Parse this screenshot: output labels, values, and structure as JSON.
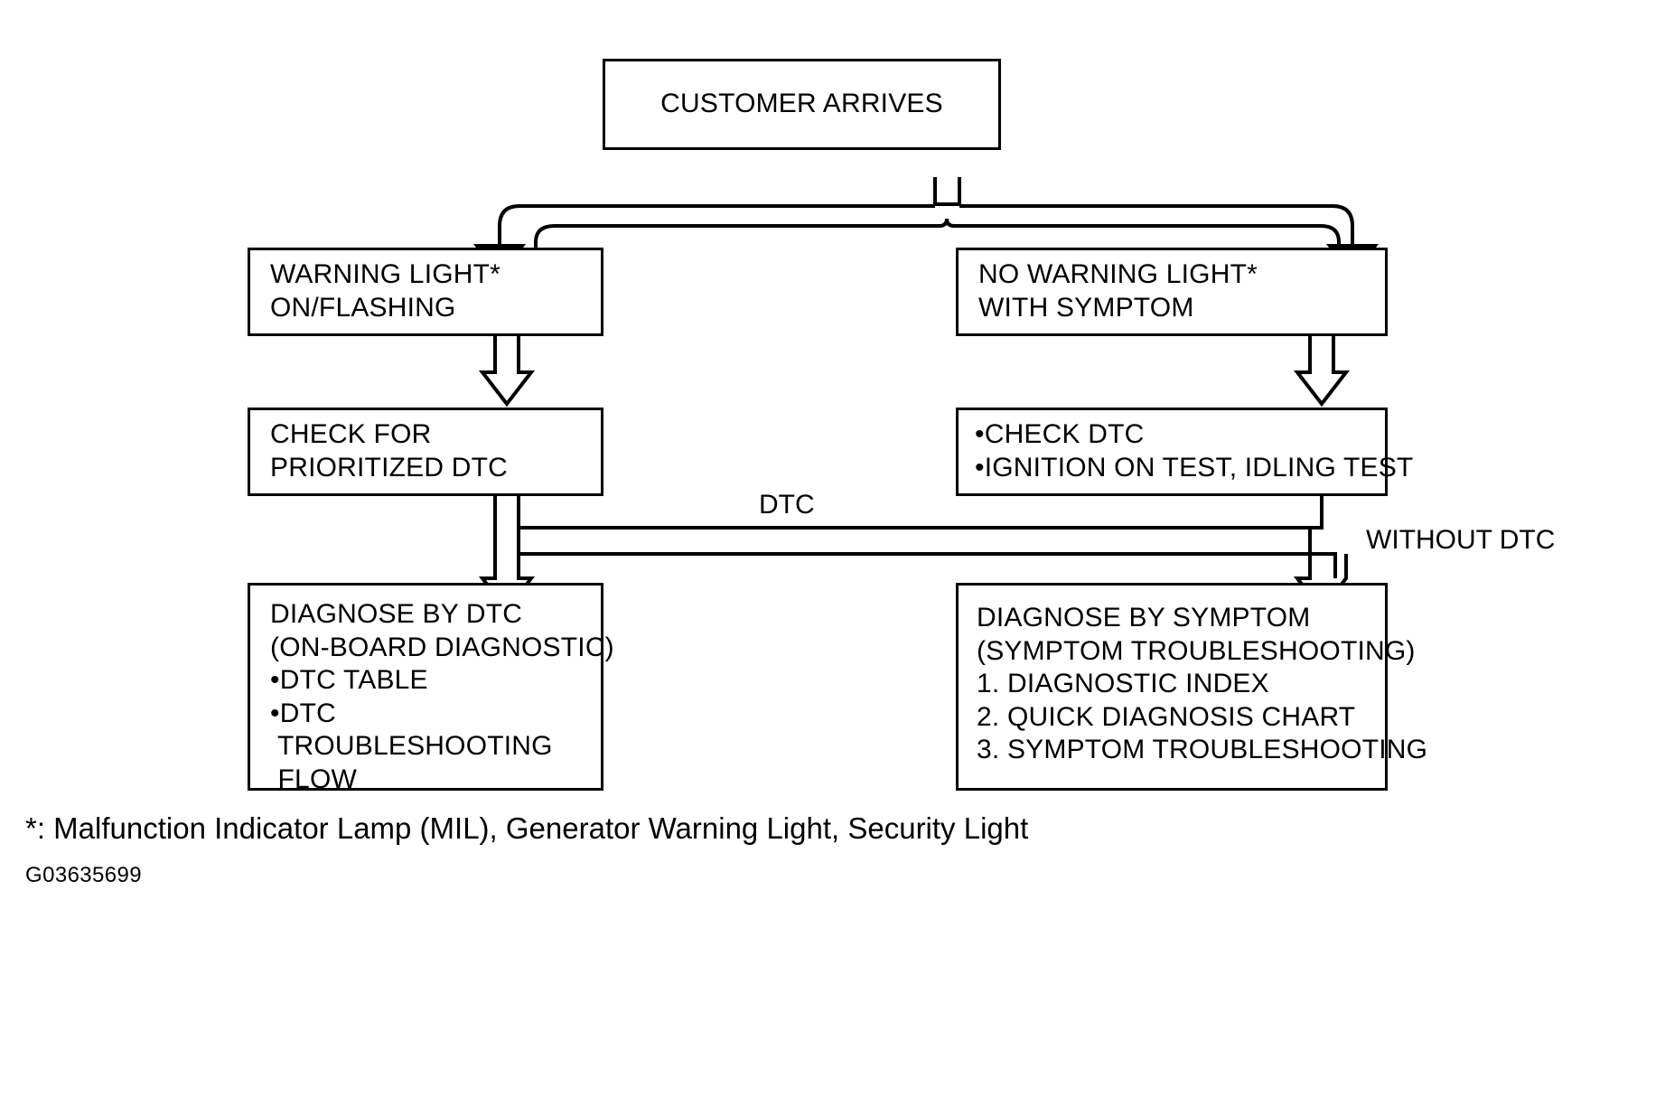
{
  "diagram": {
    "title": "Vehicle Diagnostic Procedure Flowchart",
    "id_tag": "G03635699",
    "footnote": "*: Malfunction Indicator Lamp (MIL), Generator Warning Light, Security Light",
    "stroke_color": "#000000",
    "background_color": "#ffffff"
  },
  "nodes": {
    "start": {
      "lines": [
        "CUSTOMER ARRIVES"
      ]
    },
    "left_1": {
      "lines": [
        "WARNING LIGHT*",
        "ON/FLASHING"
      ]
    },
    "left_2": {
      "lines": [
        "CHECK FOR",
        "PRIORITIZED DTC"
      ]
    },
    "left_3": {
      "lines": [
        "DIAGNOSE BY DTC",
        "(ON-BOARD DIAGNOSTIC)",
        "•DTC TABLE",
        "•DTC",
        " TROUBLESHOOTING",
        " FLOW"
      ]
    },
    "right_1": {
      "lines": [
        "NO WARNING LIGHT*",
        "WITH SYMPTOM"
      ]
    },
    "right_2": {
      "lines": [
        "•CHECK DTC",
        "•IGNITION ON TEST, IDLING TEST"
      ]
    },
    "right_3": {
      "lines": [
        "DIAGNOSE BY SYMPTOM",
        "(SYMPTOM TROUBLESHOOTING)",
        "1. DIAGNOSTIC INDEX",
        "2. QUICK DIAGNOSIS CHART",
        "3. SYMPTOM TROUBLESHOOTING"
      ]
    }
  },
  "edges": {
    "dtc_label": "DTC",
    "without_dtc_label": "WITHOUT DTC"
  }
}
